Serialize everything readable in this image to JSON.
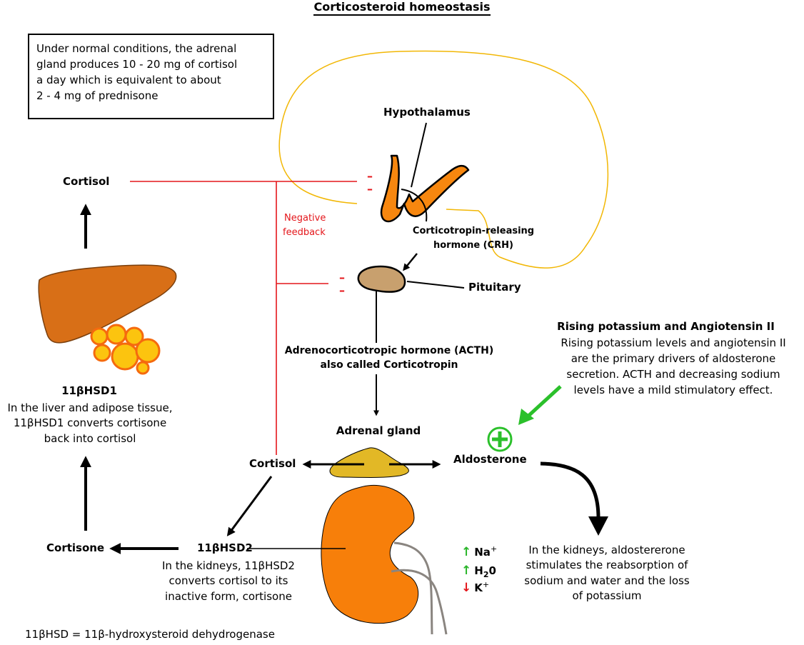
{
  "title": "Corticosteroid homeostasis",
  "info_box": {
    "lines": [
      "Under normal conditions, the adrenal",
      "gland produces 10 - 20 mg of cortisol",
      "a day which is equivalent to about",
      "2 - 4 mg of prednisone"
    ]
  },
  "labels": {
    "hypothalamus": "Hypothalamus",
    "crh_line1": "Corticotropin-releasing",
    "crh_line2": "hormone (CRH)",
    "pituitary": "Pituitary",
    "acth_line1": "Adrenocorticotropic hormone (ACTH)",
    "acth_line2": "also called Corticotropin",
    "adrenal_gland": "Adrenal gland",
    "cortisol_top": "Cortisol",
    "cortisol_mid": "Cortisol",
    "aldosterone": "Aldosterone",
    "cortisone": "Cortisone",
    "hsd2": "11βHSD2",
    "hsd1": "11βHSD1",
    "negative_feedback_line1": "Negative",
    "negative_feedback_line2": "feedback",
    "inhibit_mark": "–"
  },
  "descriptions": {
    "hsd1": [
      "In the liver and adipose tissue,",
      "11βHSD1 converts cortisone",
      "back into cortisol"
    ],
    "hsd2": [
      "In the kidneys, 11βHSD2",
      "converts cortisol to its",
      "inactive form, cortisone"
    ],
    "kidney_effect": [
      "In the kidneys, aldostererone",
      "stimulates the reabsorption of",
      "sodium and water and the loss",
      "of potassium"
    ],
    "drivers_title": "Rising potassium and Angiotensin II",
    "drivers": [
      "Rising potassium levels and angiotensin II",
      "are the primary drivers of aldosterone",
      "secretion. ACTH and decreasing sodium",
      "levels have a mild stimulatory effect."
    ]
  },
  "electrolytes": [
    {
      "symbol": "Na",
      "sup": "+",
      "arrow": "↑",
      "direction": "up",
      "color": "#2ab52a"
    },
    {
      "symbol": "H",
      "sub": "2",
      "tail": "0",
      "arrow": "↑",
      "direction": "up",
      "color": "#2ab52a"
    },
    {
      "symbol": "K",
      "sup": "+",
      "arrow": "↓",
      "direction": "down",
      "color": "#e4161b"
    }
  ],
  "stimulation_symbol": "+",
  "footnote": "11βHSD = 11β-hydroxysteroid dehydrogenase",
  "colors": {
    "feedback_red": "#e4161b",
    "loop_yellow": "#f2b705",
    "hypothalamus_orange": "#f7870f",
    "pituitary_tan": "#c8a06e",
    "adrenal_gold": "#e2b826",
    "kidney_orange": "#f77f0a",
    "liver_brown": "#d86f17",
    "fat_yellow": "#fcc40f",
    "stimulate_green": "#2bc02b",
    "ureter_gray": "#8a8580"
  }
}
